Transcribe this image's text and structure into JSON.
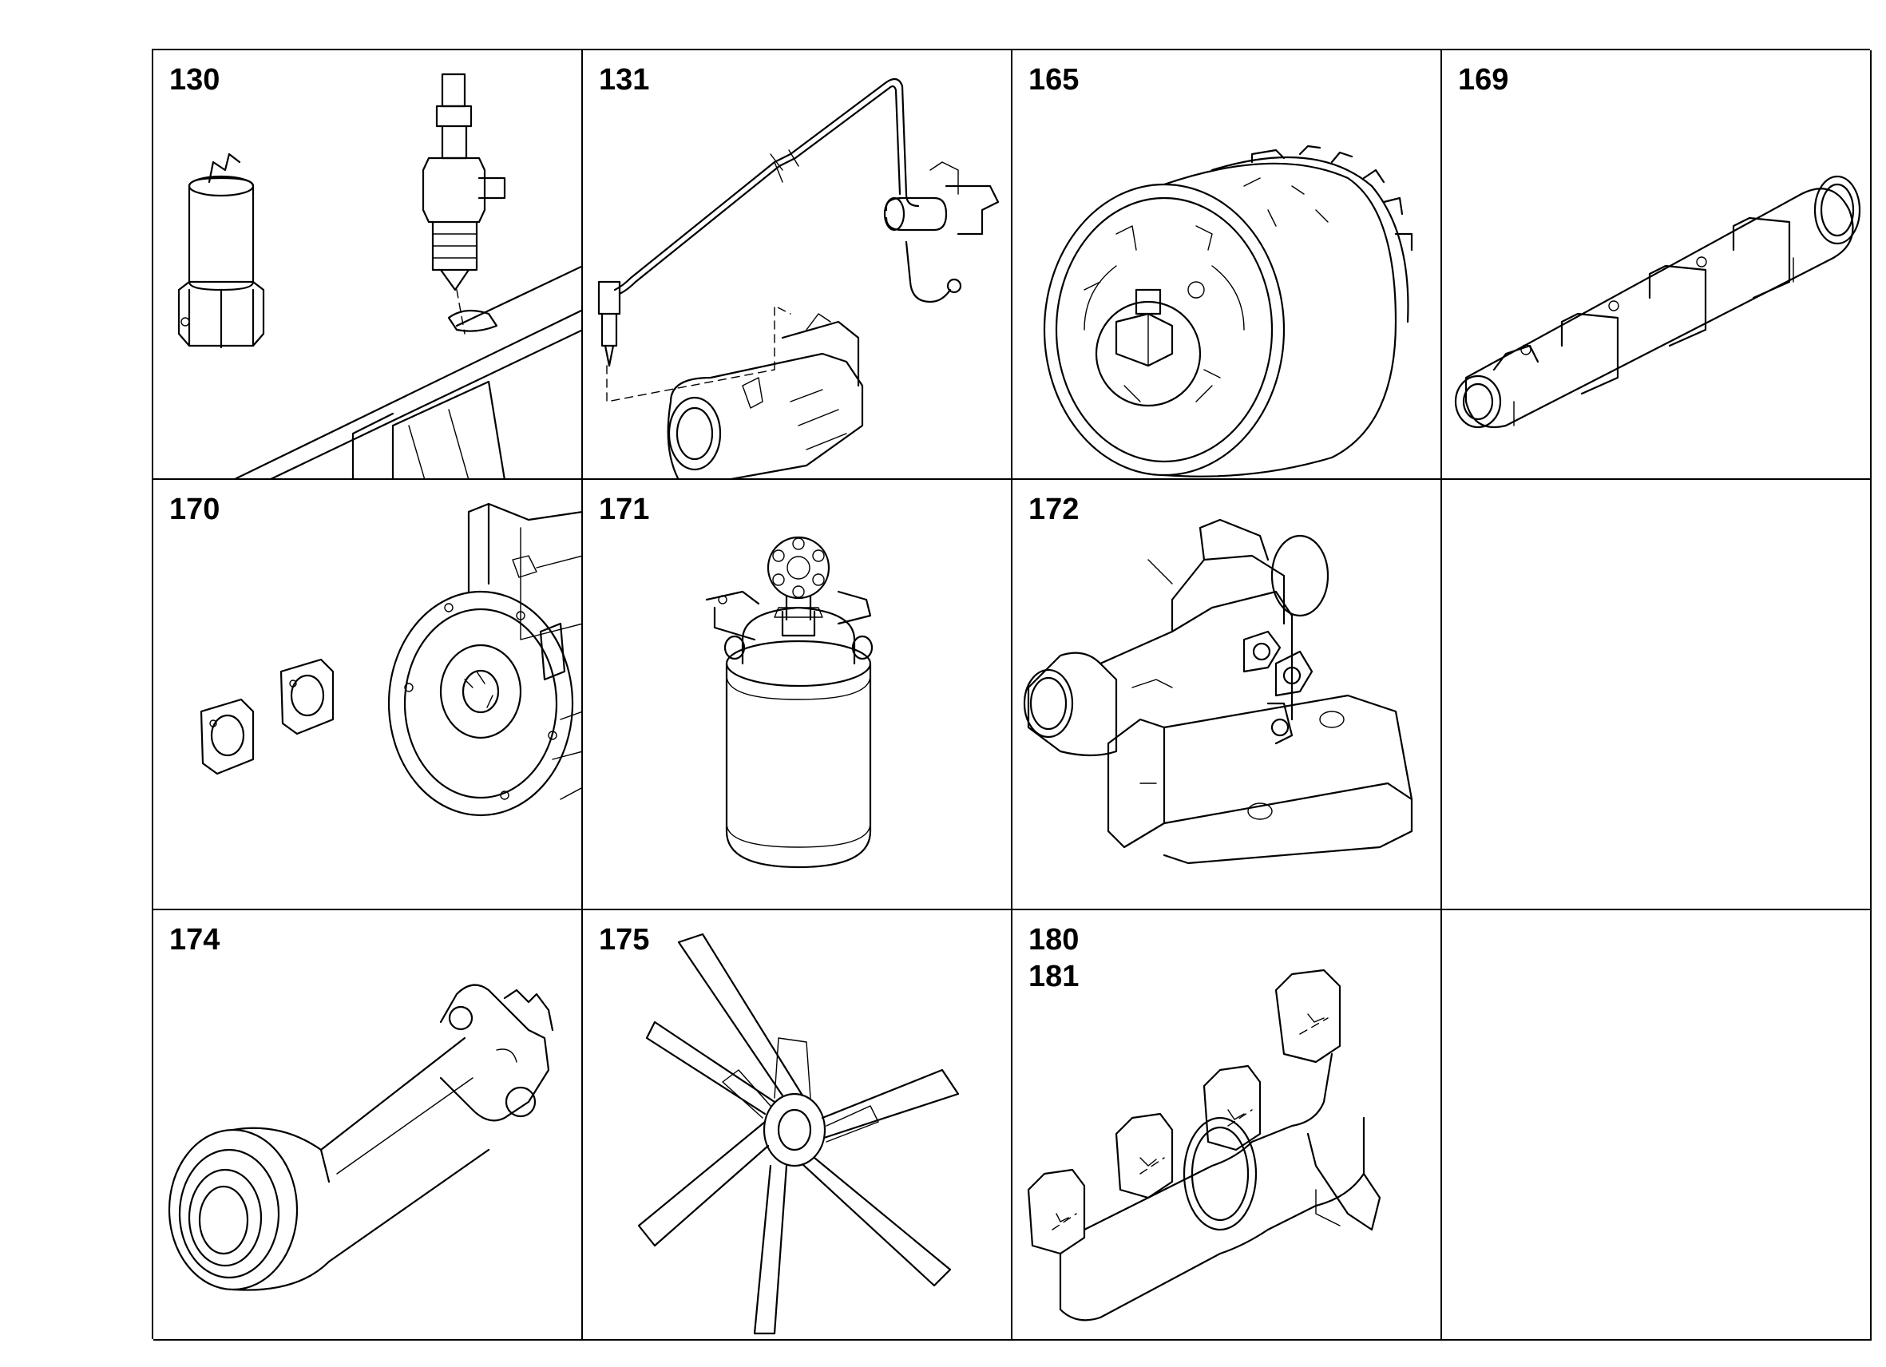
{
  "cells": [
    {
      "numbers": "130",
      "part": "glow-plug-and-sender"
    },
    {
      "numbers": "131",
      "part": "injection-line"
    },
    {
      "numbers": "165",
      "part": "vibration-damper"
    },
    {
      "numbers": "169",
      "part": "intake-manifold"
    },
    {
      "numbers": "170",
      "part": "flywheel-housing"
    },
    {
      "numbers": "171",
      "part": "fuel-filter"
    },
    {
      "numbers": "172",
      "part": "thermostat-housing"
    },
    {
      "numbers": "",
      "part": "empty"
    },
    {
      "numbers": "174",
      "part": "drive-shaft-housing"
    },
    {
      "numbers": "175",
      "part": "fan"
    },
    {
      "numbers": "180\n181",
      "part": "exhaust-manifold"
    },
    {
      "numbers": "",
      "part": "empty"
    }
  ]
}
